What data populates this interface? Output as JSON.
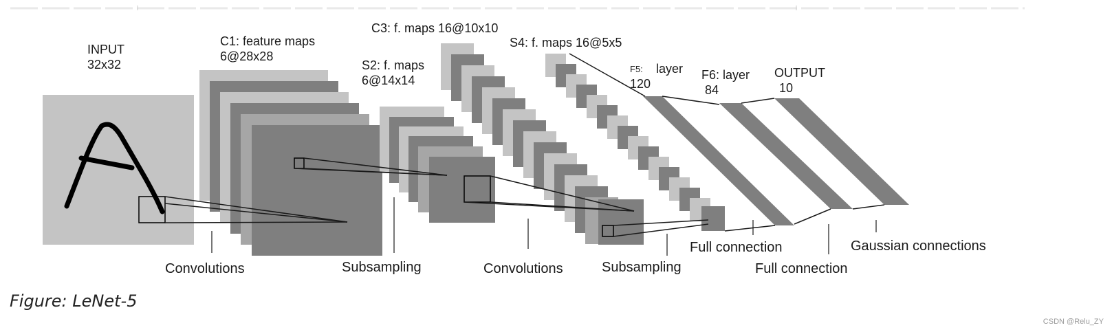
{
  "diagram": {
    "layers": {
      "input": {
        "name": "INPUT",
        "size": "32x32"
      },
      "c1": {
        "name": "C1: feature maps",
        "size": "6@28x28"
      },
      "s2": {
        "name": "S2: f. maps",
        "size": "6@14x14"
      },
      "c3": {
        "name": "C3: f. maps 16@10x10"
      },
      "s4": {
        "name": "S4: f. maps 16@5x5"
      },
      "f5": {
        "name": "F5:",
        "name_suffix": "layer",
        "size": "120"
      },
      "f6": {
        "name": "F6: layer",
        "size": "84"
      },
      "output": {
        "name": "OUTPUT",
        "size": "10"
      }
    },
    "operations": {
      "conv1": "Convolutions",
      "sub1": "Subsampling",
      "conv2": "Convolutions",
      "sub2": "Subsampling",
      "full1": "Full connection",
      "full2": "Full connection",
      "gauss": "Gaussian connections"
    },
    "colors": {
      "light": "#c4c4c4",
      "medium": "#a6a6a6",
      "dark": "#7f7f7f",
      "line": "#1a1a1a"
    }
  },
  "caption": "Figure: LeNet-5",
  "watermark": "CSDN @Relu_ZY"
}
